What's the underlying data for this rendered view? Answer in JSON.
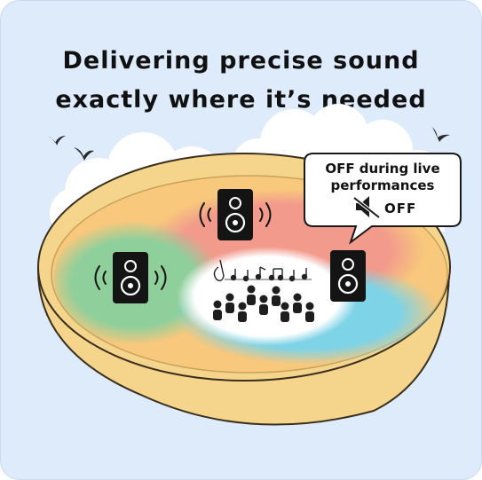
{
  "headline": {
    "line1": "Delivering precise sound",
    "line2": "exactly where it’s needed"
  },
  "callout": {
    "line1": "OFF during live",
    "line2": "performances",
    "status": "OFF"
  },
  "icons": [
    "bird-icon",
    "speaker-icon",
    "sound-wave-icon",
    "muted-speaker-icon",
    "music-notes-icon",
    "person-icon"
  ],
  "colors": {
    "background": "#deebfb",
    "bowl": "#f5d58c",
    "bowl_outline": "#3a2f1f",
    "zone_red": "#f29a8c",
    "zone_green": "#8fcf9c",
    "zone_blue": "#7fd3e6",
    "center": "#ffffff",
    "speaker": "#141414"
  }
}
